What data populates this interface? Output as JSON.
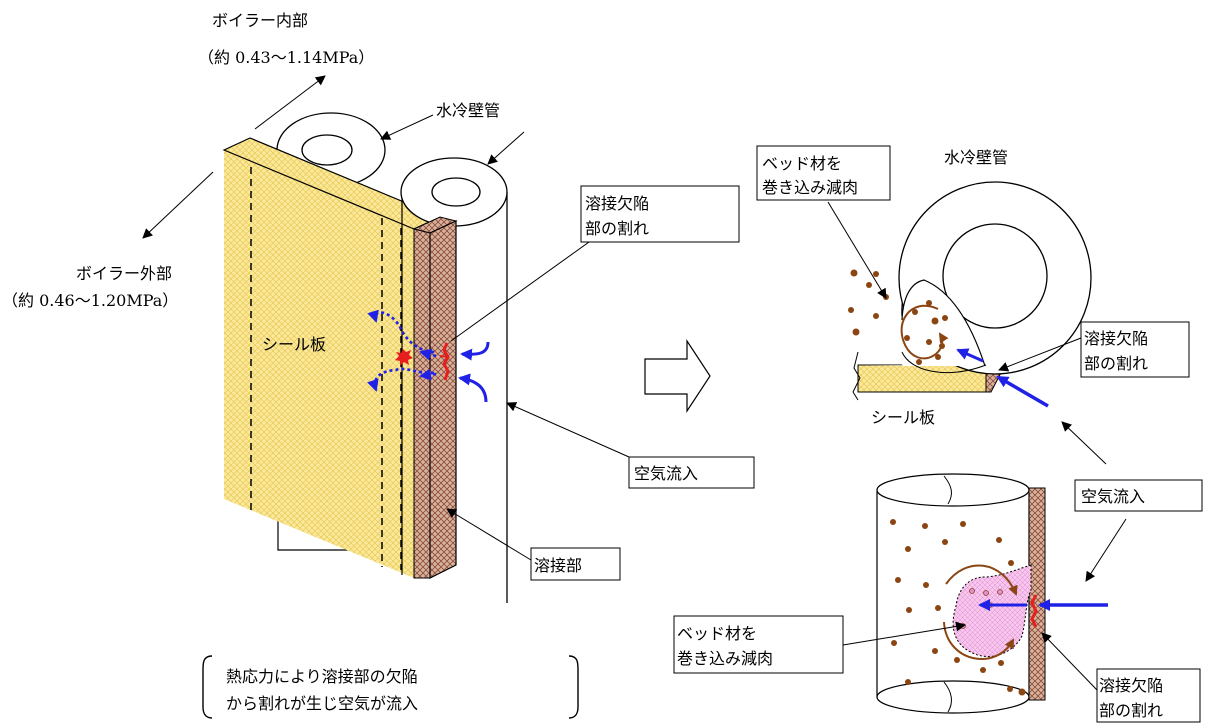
{
  "boiler_inside": {
    "label": "ボイラー内部",
    "pressure": "（約 0.43～1.14MPa）"
  },
  "boiler_outside": {
    "label": "ボイラー外部",
    "pressure": "（約 0.46～1.20MPa）"
  },
  "left": {
    "tube_label": "水冷壁管",
    "seal_plate": "シール板",
    "weld_crack": [
      "溶接欠陥",
      " 部の割れ"
    ],
    "air_inflow": "空気流入",
    "weld_part": "溶接部"
  },
  "caption": [
    "熱応力により溶接部の欠陥",
    "から割れが生じ空気が流入"
  ],
  "right_top": {
    "tube_label": "水冷壁管",
    "bed_material": [
      "ベッド材を",
      "巻き込み減肉"
    ],
    "weld_crack": [
      "溶接欠陥",
      "部の割れ"
    ],
    "seal_plate": "シール板"
  },
  "right_bottom": {
    "air_inflow": "空気流入",
    "bed_material": [
      "ベッド材を",
      "巻き込み減肉"
    ],
    "weld_crack": [
      "溶接欠陥",
      "部の割れ"
    ]
  },
  "colors": {
    "seal": "#fbe89a",
    "weld": "#c49a7e",
    "flow": "#1f22e6",
    "crack": "#e61e1e",
    "bed": "#8b4513",
    "thin": "#f6c6ec"
  }
}
